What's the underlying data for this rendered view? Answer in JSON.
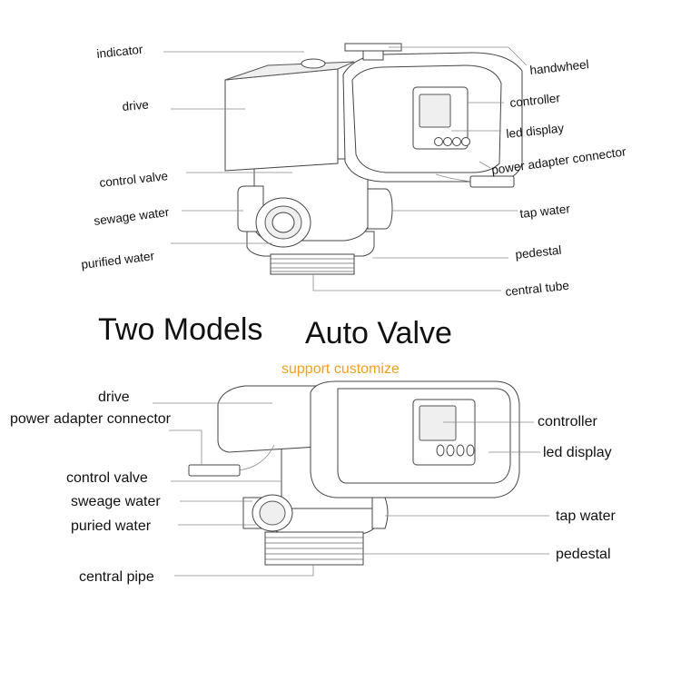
{
  "top_diagram": {
    "labels": {
      "indicator": "indicator",
      "drive": "drive",
      "control_valve": "control valve",
      "sewage_water": "sewage water",
      "purified_water": "purified water",
      "handwheel": "handwheel",
      "controller": "controller",
      "led_display": "led display",
      "power_adapter_connector": "power adapter connector",
      "tap_water": "tap water",
      "pedestal": "pedestal",
      "central_tube": "central tube"
    }
  },
  "heading": {
    "left": "Two Models",
    "right": "Auto Valve",
    "subtitle": "support customize",
    "subtitle_color": "#f0a020"
  },
  "bottom_diagram": {
    "labels": {
      "drive": "drive",
      "power_adapter_connector": "power adapter connector",
      "control_valve": "control valve",
      "sweage_water": "sweage water",
      "puried_water": "puried water",
      "central_pipe": "central pipe",
      "controller": "controller",
      "led_display": "led display",
      "tap_water": "tap water",
      "pedestal": "pedestal"
    }
  }
}
